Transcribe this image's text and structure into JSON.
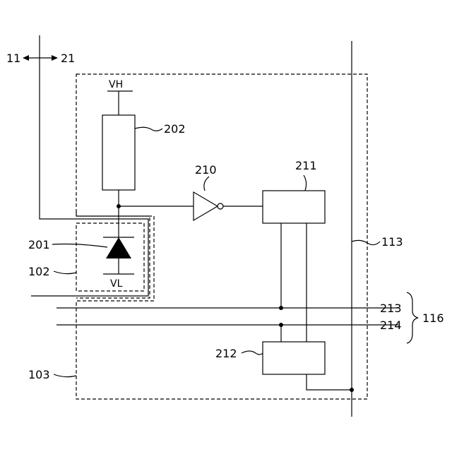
{
  "labels": {
    "terminal_11": "11",
    "terminal_21": "21",
    "vh": "VH",
    "vl": "VL",
    "ref_202": "202",
    "ref_210": "210",
    "ref_211": "211",
    "ref_201": "201",
    "ref_102": "102",
    "ref_113": "113",
    "ref_213": "213",
    "ref_214": "214",
    "ref_116": "116",
    "ref_212": "212",
    "ref_103": "103"
  }
}
